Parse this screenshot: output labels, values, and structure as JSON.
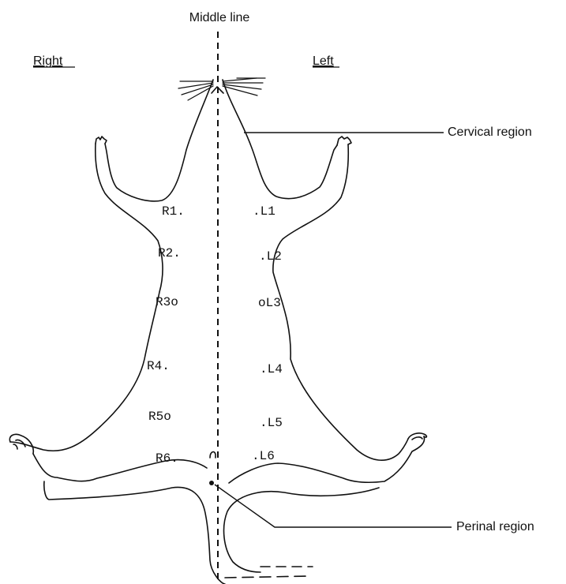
{
  "labels": {
    "middle_line": "Middle line",
    "right": "Right",
    "left": "Left",
    "cervical": "Cervical region",
    "perinal": "Perinal region"
  },
  "points": {
    "right": [
      {
        "id": "R1",
        "label": "R1."
      },
      {
        "id": "R2",
        "label": "R2."
      },
      {
        "id": "R3",
        "label": "R3o"
      },
      {
        "id": "R4",
        "label": "R4."
      },
      {
        "id": "R5",
        "label": "R5o"
      },
      {
        "id": "R6",
        "label": "R6."
      }
    ],
    "left": [
      {
        "id": "L1",
        "label": ".L1"
      },
      {
        "id": "L2",
        "label": ".L2"
      },
      {
        "id": "L3",
        "label": "oL3"
      },
      {
        "id": "L4",
        "label": ".L4"
      },
      {
        "id": "L5",
        "label": ".L5"
      },
      {
        "id": "L6",
        "label": ".L6"
      }
    ]
  }
}
